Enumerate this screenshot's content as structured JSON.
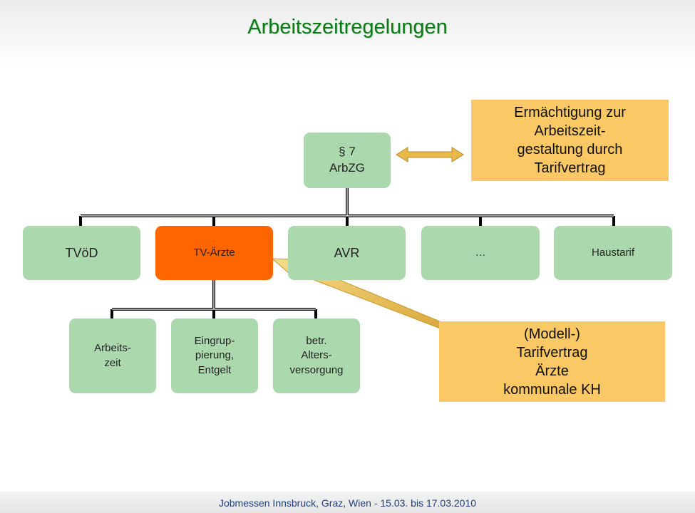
{
  "title": "Arbeitszeitregelungen",
  "footer": "Jobmessen Innsbruck, Graz, Wien  - 15.03. bis 17.03.2010",
  "root": {
    "line1": "§ 7",
    "line2": "ArbZG"
  },
  "level1": [
    "TVöD",
    "TV-Ärzte",
    "AVR",
    "…",
    "Haustarif"
  ],
  "level2": [
    {
      "line1": "Arbeits-",
      "line2": "zeit",
      "line3": ""
    },
    {
      "line1": "Eingrup-",
      "line2": "pierung,",
      "line3": "Entgelt"
    },
    {
      "line1": "betr.",
      "line2": "Alters-",
      "line3": "versorgung"
    }
  ],
  "note_top": [
    "Ermächtigung zur",
    "Arbeitszeit-",
    "gestaltung durch",
    "Tarifvertrag"
  ],
  "note_bottom": [
    "(Modell-)",
    "Tarifvertrag",
    "Ärzte",
    "kommunale KH"
  ],
  "colors": {
    "node_green": "#abd8ad",
    "node_highlight": "#ff6600",
    "note_fill": "#fac864",
    "title": "#0b7a16",
    "arrow": "#e8b84a"
  }
}
